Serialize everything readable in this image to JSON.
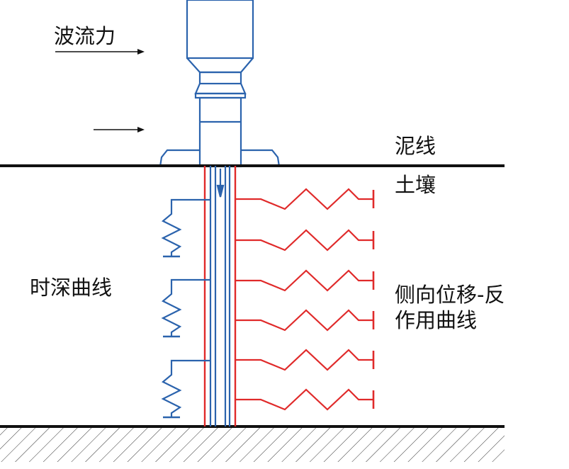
{
  "labels": {
    "wave_force": "波流力",
    "mudline": "泥线",
    "soil": "土壤",
    "tz_curve": "时深曲线",
    "py_curve_line1": "侧向位移-反",
    "py_curve_line2": "作用曲线"
  },
  "colors": {
    "structure_blue": "#2b63ad",
    "spring_red": "#e02a2a",
    "ground_black": "#111111",
    "background": "#ffffff"
  },
  "diagram": {
    "lateral_spring_count": 6,
    "axial_spring_count": 3,
    "load_arrow_count": 2
  }
}
